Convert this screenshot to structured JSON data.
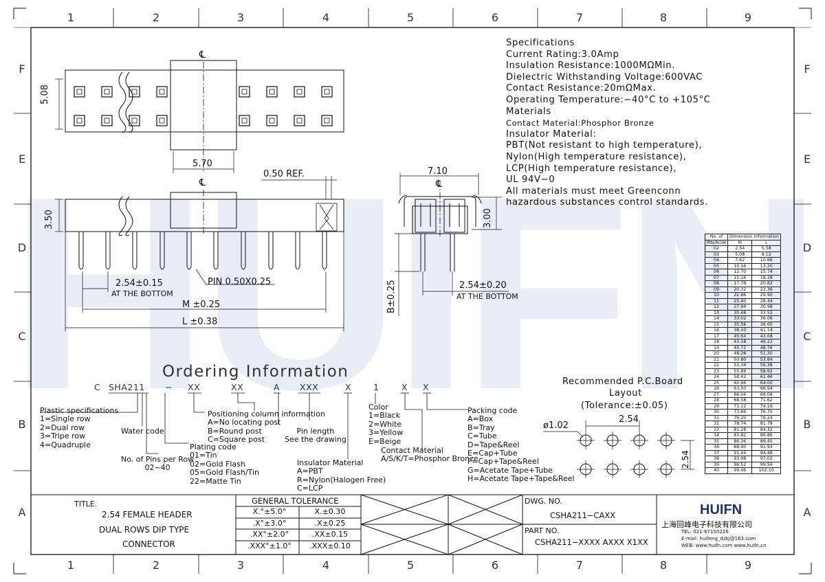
{
  "grid": {
    "columns": [
      "1",
      "2",
      "3",
      "4",
      "5",
      "6",
      "7",
      "8",
      "9"
    ],
    "rows": [
      "F",
      "E",
      "D",
      "C",
      "B",
      "A"
    ]
  },
  "watermark": "HUIFN",
  "specs": [
    "Specifications",
    "Current Rating:3.0Amp",
    "Insulation Resistance:1000MΩMin.",
    "Dielectric Withstanding Voltage:600VAC",
    "Contact Resistance:20mΩMax.",
    "Operating Temperature:−40°C to +105°C",
    "Materials",
    "Contact Material:Phosphor Bronze",
    "Insulator Material:",
    "PBT(Not resistant to high temperature),",
    "Nylon(High temperature resistance),",
    "LCP(High temperature resistance),",
    "UL 94V−0",
    "All materials must meet Greenconn",
    "hazardous substances control standards."
  ],
  "dims": {
    "d508": "5.08",
    "d570": "5.70",
    "d350": "3.50",
    "d050": "0.50 REF.",
    "d254a": "2.54±0.15",
    "at_bottom": "AT THE BOTTOM",
    "pin": "PIN 0.50X0.25",
    "m": "M ±0.25",
    "l": "L ±0.38",
    "d710": "7.10",
    "d300": "3.00",
    "b": "B±0.25",
    "d254b": "2.54±0.20",
    "cl": "℄"
  },
  "ordering": {
    "title": "Ordering Information",
    "code": [
      "C",
      "SHA211",
      "−",
      "XX",
      "XX",
      "A",
      "XXX",
      "X",
      "1",
      "X",
      "X"
    ],
    "plastic": [
      "Plastic specifications",
      "1=Single row",
      "2=Dual row",
      "3=Tripe row",
      "4=Quadruple"
    ],
    "water": "Water code",
    "pins": [
      "No. of Pins per Row",
      "02~40"
    ],
    "positioning": [
      "Positioning column information",
      "A=No locating post",
      "B=Round post",
      "C=Square post"
    ],
    "plating": [
      "Plating code",
      "01=Tin",
      "02=Gold Flash",
      "05=Gold Flash/Tin",
      "22=Matte Tin"
    ],
    "pin_length": [
      "Pin length",
      "See the drawing"
    ],
    "insulator": [
      "Insulator Material",
      "A=PBT",
      "R=Nylon(Halogen Free)",
      "C=LCP"
    ],
    "color": [
      "Color",
      "1=Black",
      "2=White",
      "3=Yellow",
      "E=Beige"
    ],
    "contact": [
      "Contact Material",
      "A/S/K/T=Phosphor Bronze"
    ],
    "packing": [
      "Packing code",
      "A=Box",
      "B=Tray",
      "C=Tube",
      "D=Tape&Reel",
      "E=Cap+Tube",
      "F=Cap+Tape&Reel",
      "G=Acetate Tape+Tube",
      "H=Acetate Tape+Tape&Reel"
    ]
  },
  "pcb": {
    "title1": "Recommended P.C.Board",
    "title2": "Layout",
    "tol": "(Tolerance:±0.05)",
    "hole": "ø1.02",
    "pitch": "2.54",
    "pitch_v": "2.54"
  },
  "dim_table": {
    "h_no": "No. of",
    "h_dim": "Dimension Information",
    "h_pin": "PIN/ROW",
    "h_m": "M",
    "h_l": "L",
    "rows": [
      [
        "02",
        "2.54",
        "5.58"
      ],
      [
        "03",
        "5.08",
        "8.12"
      ],
      [
        "04",
        "7.62",
        "10.66"
      ],
      [
        "05",
        "10.16",
        "13.20"
      ],
      [
        "06",
        "12.70",
        "15.74"
      ],
      [
        "07",
        "15.24",
        "18.28"
      ],
      [
        "08",
        "17.78",
        "20.82"
      ],
      [
        "09",
        "20.32",
        "23.36"
      ],
      [
        "10",
        "22.86",
        "25.90"
      ],
      [
        "11",
        "25.40",
        "28.44"
      ],
      [
        "12",
        "27.94",
        "30.98"
      ],
      [
        "13",
        "30.48",
        "33.52"
      ],
      [
        "14",
        "33.02",
        "36.06"
      ],
      [
        "15",
        "35.56",
        "38.60"
      ],
      [
        "16",
        "38.10",
        "41.14"
      ],
      [
        "17",
        "40.64",
        "43.68"
      ],
      [
        "18",
        "43.18",
        "46.22"
      ],
      [
        "19",
        "45.72",
        "48.76"
      ],
      [
        "20",
        "48.26",
        "51.30"
      ],
      [
        "21",
        "50.80",
        "53.84"
      ],
      [
        "22",
        "53.34",
        "56.38"
      ],
      [
        "23",
        "55.88",
        "58.92"
      ],
      [
        "24",
        "58.42",
        "61.46"
      ],
      [
        "25",
        "60.96",
        "64.00"
      ],
      [
        "26",
        "63.50",
        "66.54"
      ],
      [
        "27",
        "66.04",
        "69.08"
      ],
      [
        "28",
        "68.58",
        "71.62"
      ],
      [
        "29",
        "71.12",
        "74.16"
      ],
      [
        "30",
        "73.66",
        "76.70"
      ],
      [
        "31",
        "76.20",
        "79.24"
      ],
      [
        "32",
        "78.74",
        "81.78"
      ],
      [
        "33",
        "81.28",
        "84.32"
      ],
      [
        "34",
        "83.82",
        "86.86"
      ],
      [
        "35",
        "86.36",
        "89.40"
      ],
      [
        "36",
        "88.90",
        "91.94"
      ],
      [
        "37",
        "91.44",
        "94.48"
      ],
      [
        "38",
        "93.98",
        "97.02"
      ],
      [
        "39",
        "96.52",
        "99.56"
      ],
      [
        "40",
        "99.06",
        "102.10"
      ]
    ]
  },
  "title_block": {
    "title_label": "TITLE.",
    "title_lines": [
      "2.54 FEMALE HEADER",
      "DUAL ROWS DIP TYPE",
      "CONNECTOR"
    ],
    "tol_header": "GENERAL TOLERANCE",
    "tol_rows": [
      [
        "X.°±5.0°",
        "X.±0.30"
      ],
      [
        ".X°±3.0°",
        ".X±0.25"
      ],
      [
        ".XX°±2.0°",
        ".XX±0.15"
      ],
      [
        ".XXX°±1.0°",
        ".XXX±0.10"
      ]
    ],
    "dwg_label": "DWG. NO.",
    "dwg_no": "CSHA211−CAXX",
    "part_label": "PART NO.",
    "part_no": "CSHA211−XXXX AXXX X1XX",
    "logo": "HUIFN",
    "company": "上海回峰电子科技有限公司",
    "tel": "TEL: 021-67150226",
    "email": "E-mail: huifeng_dzkj@163.com",
    "web": "WEB: www.huifn.com  www.huifn.cn"
  }
}
